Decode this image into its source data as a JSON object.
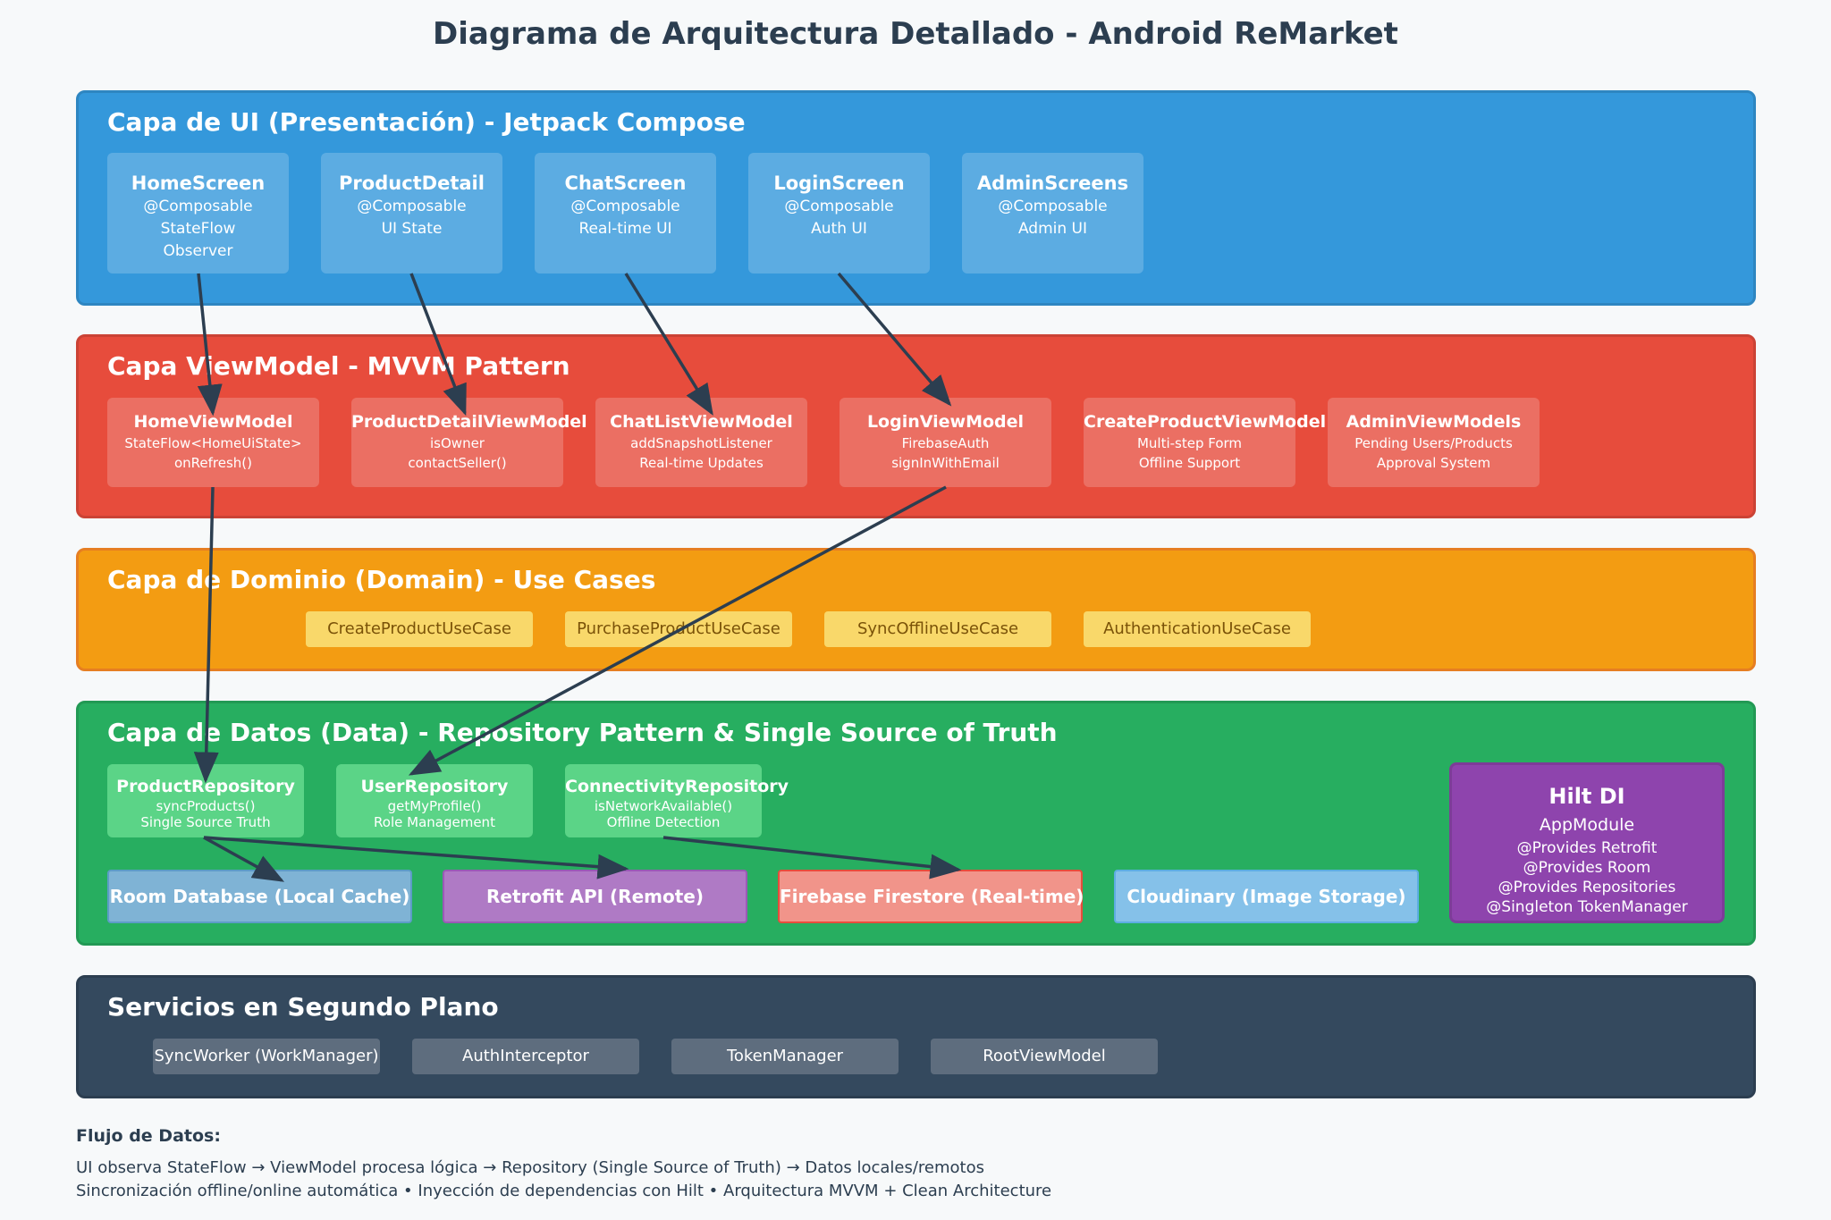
{
  "title": "Diagrama de Arquitectura Detallado - Android ReMarket",
  "ui_layer": {
    "title": "Capa de UI (Presentación) - Jetpack Compose",
    "screens": [
      {
        "name": "HomeScreen",
        "lines": [
          "@Composable",
          "StateFlow",
          "Observer"
        ]
      },
      {
        "name": "ProductDetail",
        "lines": [
          "@Composable",
          "UI State"
        ]
      },
      {
        "name": "ChatScreen",
        "lines": [
          "@Composable",
          "Real-time UI"
        ]
      },
      {
        "name": "LoginScreen",
        "lines": [
          "@Composable",
          "Auth UI"
        ]
      },
      {
        "name": "AdminScreens",
        "lines": [
          "@Composable",
          "Admin UI"
        ]
      }
    ]
  },
  "viewmodel_layer": {
    "title": "Capa ViewModel - MVVM Pattern",
    "viewmodels": [
      {
        "name": "HomeViewModel",
        "lines": [
          "StateFlow<HomeUiState>",
          "onRefresh()"
        ]
      },
      {
        "name": "ProductDetailViewModel",
        "lines": [
          "isOwner",
          "contactSeller()"
        ]
      },
      {
        "name": "ChatListViewModel",
        "lines": [
          "addSnapshotListener",
          "Real-time Updates"
        ]
      },
      {
        "name": "LoginViewModel",
        "lines": [
          "FirebaseAuth",
          "signInWithEmail"
        ]
      },
      {
        "name": "CreateProductViewModel",
        "lines": [
          "Multi-step Form",
          "Offline Support"
        ]
      },
      {
        "name": "AdminViewModels",
        "lines": [
          "Pending Users/Products",
          "Approval System"
        ]
      }
    ]
  },
  "domain_layer": {
    "title": "Capa de Dominio (Domain) - Use Cases",
    "use_cases": [
      "CreateProductUseCase",
      "PurchaseProductUseCase",
      "SyncOfflineUseCase",
      "AuthenticationUseCase"
    ]
  },
  "data_layer": {
    "title": "Capa de Datos (Data) - Repository Pattern & Single Source of Truth",
    "repositories": [
      {
        "name": "ProductRepository",
        "lines": [
          "syncProducts()",
          "Single Source Truth"
        ]
      },
      {
        "name": "UserRepository",
        "lines": [
          "getMyProfile()",
          "Role Management"
        ]
      },
      {
        "name": "ConnectivityRepository",
        "lines": [
          "isNetworkAvailable()",
          "Offline Detection"
        ]
      }
    ],
    "sources": [
      {
        "label": "Room Database (Local Cache)",
        "color": "#7fb3d5"
      },
      {
        "label": "Retrofit API (Remote)",
        "color": "#af7ac5"
      },
      {
        "label": "Firebase Firestore (Real-time)",
        "color": "#f1948a"
      },
      {
        "label": "Cloudinary (Image Storage)",
        "color": "#85c1e9"
      }
    ],
    "hilt": {
      "title": "Hilt DI",
      "subtitle": "AppModule",
      "lines": [
        "@Provides Retrofit",
        "@Provides Room",
        "@Provides Repositories",
        "@Singleton TokenManager"
      ]
    }
  },
  "services_layer": {
    "title": "Servicios en Segundo Plano",
    "services": [
      "SyncWorker (WorkManager)",
      "AuthInterceptor",
      "TokenManager",
      "RootViewModel"
    ]
  },
  "flow": {
    "heading": "Flujo de Datos:",
    "line1": "UI observa StateFlow → ViewModel procesa lógica → Repository (Single Source of Truth) → Datos locales/remotos",
    "line2": "Sincronización offline/online automática • Inyección de dependencias con Hilt • Arquitectura MVVM + Clean Architecture"
  },
  "colors": {
    "ui": "#3498db",
    "viewmodel": "#e74c3c",
    "domain": "#f39c12",
    "data": "#27ae60",
    "services": "#34495e",
    "arrow": "#2c3e50"
  }
}
